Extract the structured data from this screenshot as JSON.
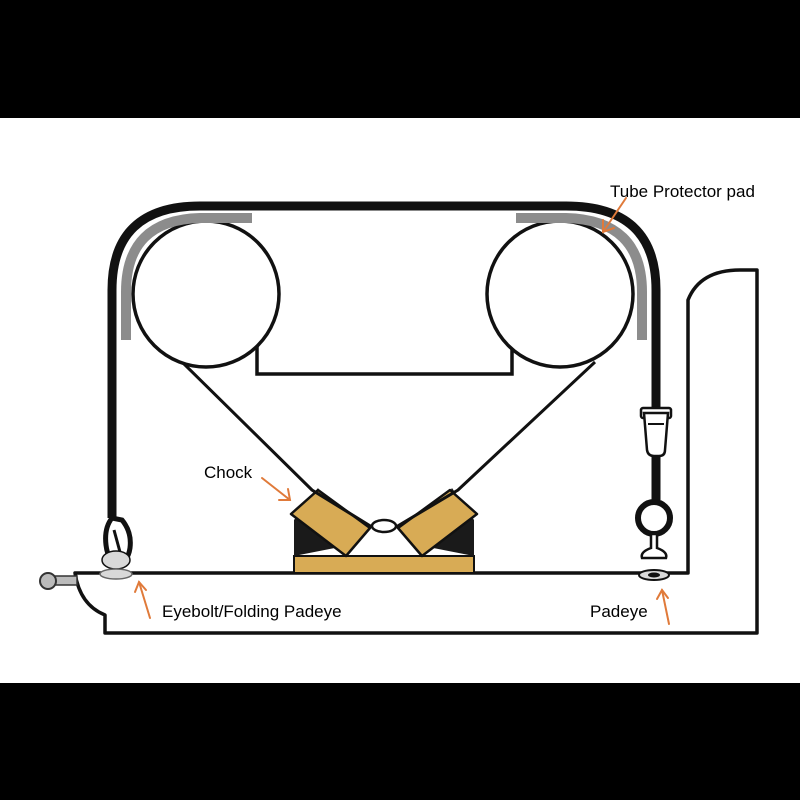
{
  "labels": {
    "tube_protector": "Tube Protector pad",
    "chock": "Chock",
    "eyebolt": "Eyebolt/Folding Padeye",
    "padeye": "Padeye"
  },
  "colors": {
    "background_band": "#000000",
    "canvas": "#ffffff",
    "strap": "#111111",
    "outline": "#111111",
    "chock_fill": "#d8ab55",
    "chock_shadow": "#1a1a1a",
    "pad": "#8c8c8c",
    "arrow": "#e07a3a",
    "hardware_light": "#d9d9d9"
  },
  "icons": {
    "left_fitting": "eyebolt-folding-padeye-icon",
    "right_fitting": "padeye-icon",
    "buckle": "strap-buckle-icon"
  }
}
